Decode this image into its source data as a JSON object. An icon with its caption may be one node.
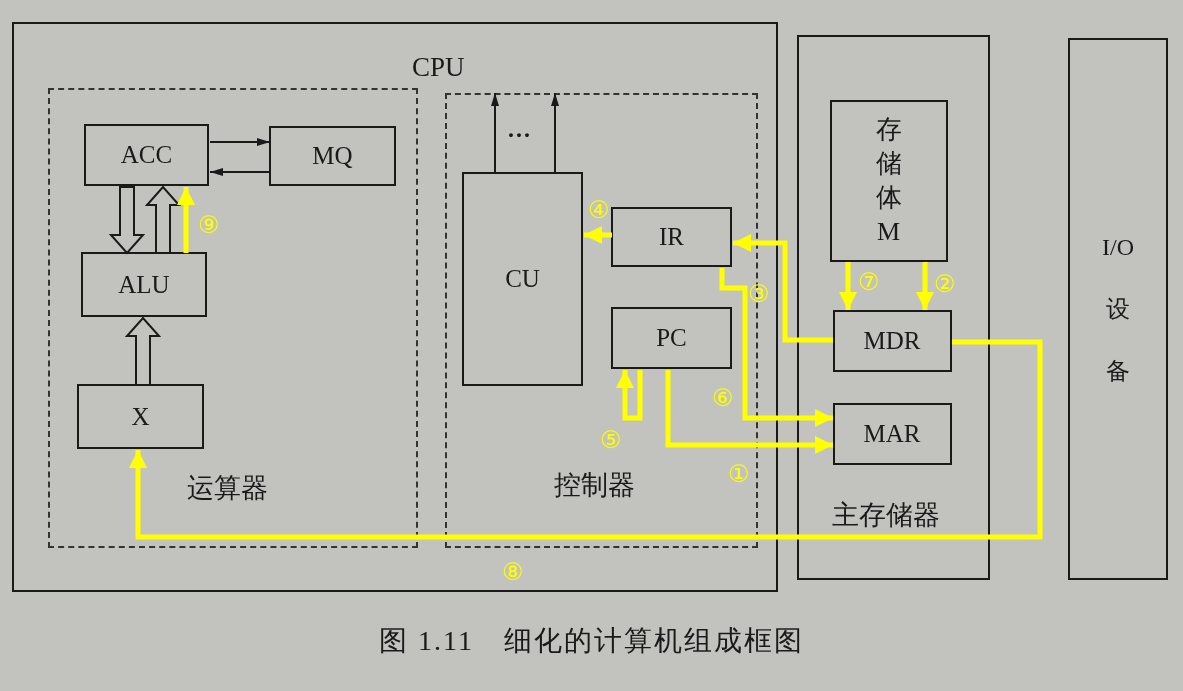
{
  "diagram": {
    "caption": "图 1.11　细化的计算机组成框图",
    "nodes": [
      {
        "text": [
          "CPU"
        ]
      },
      {
        "text": [
          "运算器"
        ],
        "in": 0
      },
      {
        "text": [
          "ACC"
        ],
        "in": 1
      },
      {
        "text": [
          "MQ"
        ],
        "in": 1
      },
      {
        "text": [
          "ALU"
        ],
        "in": 1
      },
      {
        "text": [
          "X"
        ],
        "in": 1
      },
      {
        "text": [
          "控制器"
        ],
        "in": 0
      },
      {
        "text": [
          "CU"
        ],
        "in": 6
      },
      {
        "text": [
          "IR"
        ],
        "in": 6
      },
      {
        "text": [
          "PC"
        ],
        "in": 6
      },
      {
        "text": [
          "主存储器"
        ]
      },
      {
        "text": [
          "存储体M"
        ],
        "in": 10
      },
      {
        "text": [
          "MDR"
        ],
        "in": 10
      },
      {
        "text": [
          "MAR"
        ],
        "in": 10
      },
      {
        "text": [
          "I/O设备"
        ]
      }
    ],
    "edges": [
      {
        "from": 2,
        "to": 3,
        "arrow": "to",
        "color": "#1a1a1a"
      },
      {
        "from": 3,
        "to": 2,
        "arrow": "to",
        "color": "#1a1a1a"
      },
      {
        "from": 2,
        "to": 4,
        "arrow": "to",
        "style": "thick",
        "color": "#1a1a1a"
      },
      {
        "from": 4,
        "to": 2,
        "arrow": "to",
        "style": "thick",
        "color": "#1a1a1a"
      },
      {
        "from": 5,
        "to": 4,
        "arrow": "to",
        "style": "thick",
        "color": "#1a1a1a"
      },
      {
        "from": 7,
        "to": null,
        "arrow": "to",
        "color": "#1a1a1a"
      },
      {
        "from": 7,
        "to": null,
        "arrow": "to",
        "color": "#1a1a1a"
      },
      {
        "from": 9,
        "to": 13,
        "arrow": "to",
        "label": "①",
        "color": "#ffff00"
      },
      {
        "from": 11,
        "to": 12,
        "arrow": "to",
        "label": "②",
        "color": "#ffff00"
      },
      {
        "from": 12,
        "to": 8,
        "arrow": "to",
        "label": "③",
        "color": "#ffff00"
      },
      {
        "from": 8,
        "to": 7,
        "arrow": "to",
        "label": "④",
        "color": "#ffff00"
      },
      {
        "from": 9,
        "to": 9,
        "arrow": "to",
        "label": "⑤",
        "color": "#ffff00"
      },
      {
        "from": 8,
        "to": 13,
        "arrow": "to",
        "label": "⑥",
        "color": "#ffff00"
      },
      {
        "from": 11,
        "to": 12,
        "arrow": "to",
        "label": "⑦",
        "color": "#ffff00"
      },
      {
        "from": 12,
        "to": 5,
        "arrow": "to",
        "label": "⑧",
        "color": "#ffff00"
      },
      {
        "from": 4,
        "to": 2,
        "arrow": "to",
        "label": "⑨",
        "color": "#ffff00"
      }
    ],
    "labels": [
      "···"
    ]
  }
}
